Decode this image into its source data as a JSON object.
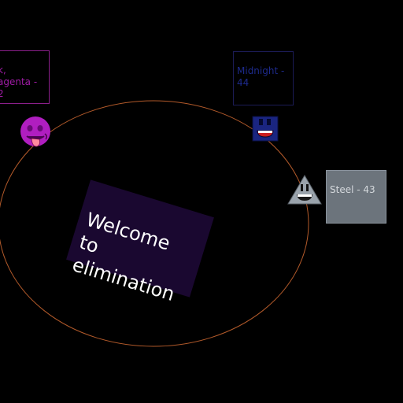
{
  "scoreboard": {
    "magenta": {
      "text": "k,\nagenta -\n2"
    },
    "midnight": {
      "text": "Midnight -\n44"
    },
    "steel": {
      "text": "Steel - 43"
    }
  },
  "contestants": [
    {
      "id": "magenta",
      "color": "#b01ec0"
    },
    {
      "id": "midnight",
      "color": "#1d2a8c"
    },
    {
      "id": "steel",
      "color": "#8a939d"
    }
  ],
  "banner": {
    "text": "Welcome\nto\nelimination"
  },
  "colors": {
    "background": "#000000",
    "ring": "#b35a2a",
    "banner_bg": "#1a0830"
  }
}
